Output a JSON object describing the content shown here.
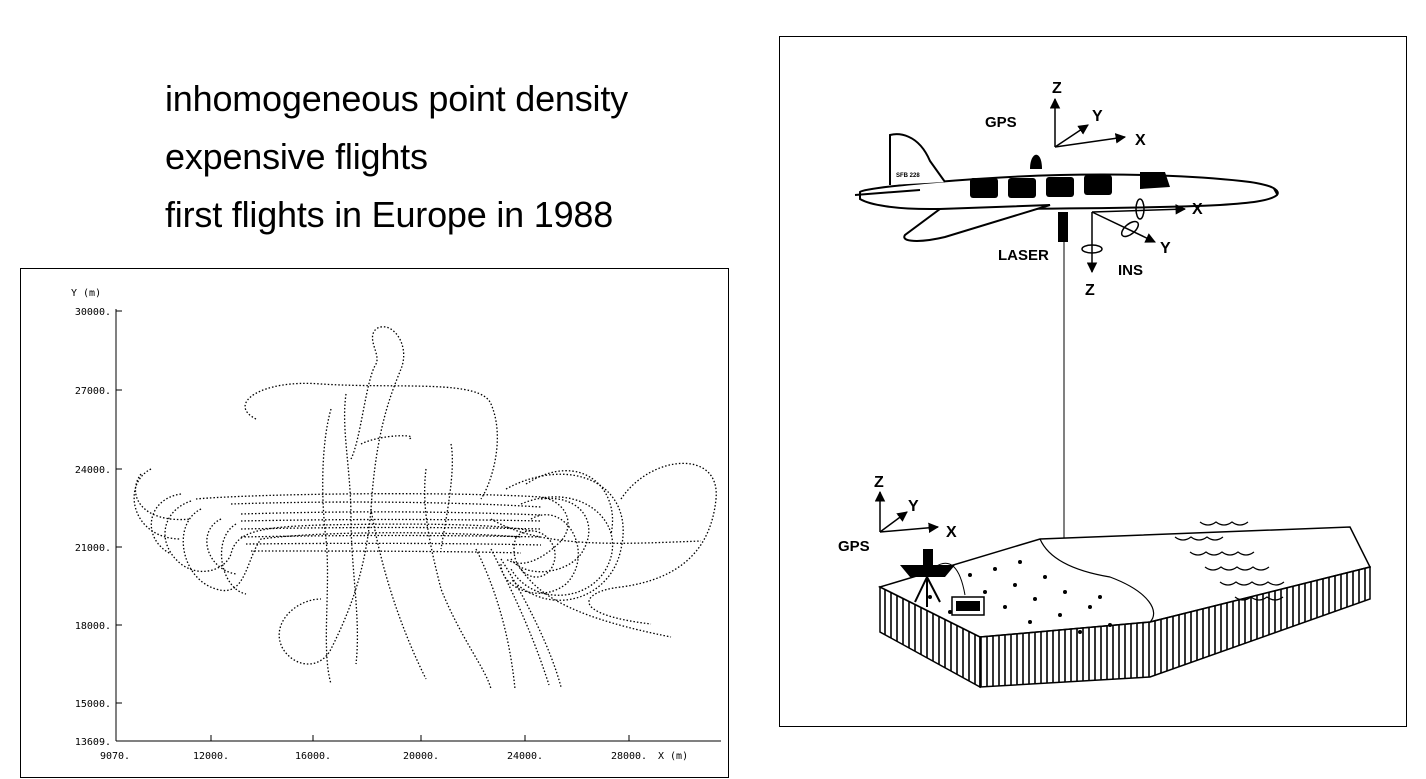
{
  "bullets": [
    "inhomogeneous point density",
    "expensive flights",
    "first flights in Europe in 1988"
  ],
  "plot": {
    "y_axis_label": "Y (m)",
    "x_axis_label": "X (m)",
    "y_ticks": [
      "30000.",
      "27000.",
      "24000.",
      "21000.",
      "18000.",
      "15000.",
      "13609."
    ],
    "x_ticks": [
      "9070.",
      "12000.",
      "16000.",
      "20000.",
      "24000.",
      "28000."
    ]
  },
  "diagram": {
    "aircraft_tail_text": "SFB 228",
    "labels": {
      "gps_aircraft": "GPS",
      "laser": "LASER",
      "ins": "INS",
      "gps_ground": "GPS"
    },
    "axes_aircraft_gps": {
      "z": "Z",
      "y": "Y",
      "x": "X"
    },
    "axes_ins": {
      "x": "X",
      "y": "Y",
      "z": "Z"
    },
    "axes_ground_gps": {
      "z": "Z",
      "y": "Y",
      "x": "X"
    }
  }
}
